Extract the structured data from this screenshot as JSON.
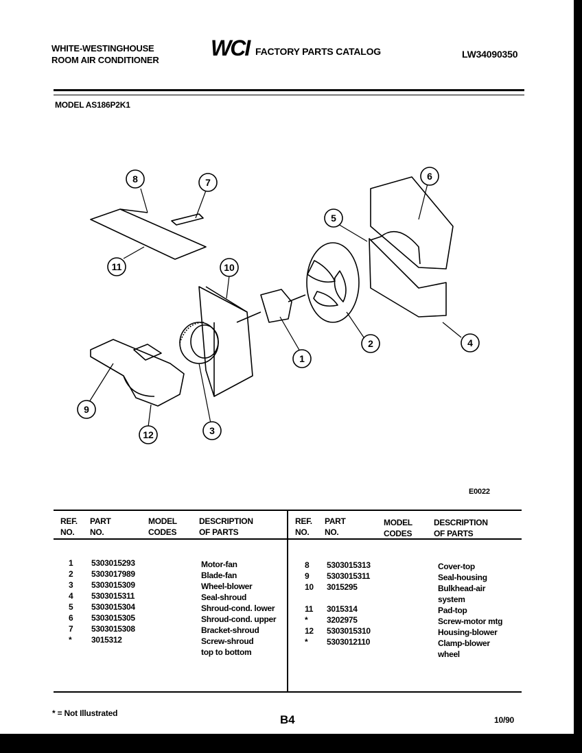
{
  "header": {
    "brand_line1": "WHITE-WESTINGHOUSE",
    "brand_line2": "ROOM AIR CONDITIONER",
    "logo_text": "WCI",
    "catalog_title": "FACTORY PARTS CATALOG",
    "doc_number": "LW34090350",
    "model_label": "MODEL AS186P2K1"
  },
  "diagram": {
    "figure_code": "E0022",
    "callouts": [
      "1",
      "2",
      "3",
      "4",
      "5",
      "6",
      "7",
      "8",
      "9",
      "10",
      "11",
      "12"
    ]
  },
  "table": {
    "headers": {
      "ref": [
        "REF.",
        "NO."
      ],
      "part": [
        "PART",
        "NO."
      ],
      "model": [
        "MODEL",
        "CODES"
      ],
      "desc": [
        "DESCRIPTION",
        "OF PARTS"
      ]
    },
    "left": {
      "refs": [
        "1",
        "2",
        "3",
        "4",
        "5",
        "6",
        "7",
        "*"
      ],
      "parts": [
        "5303015293",
        "5303017989",
        "5303015309",
        "5303015311",
        "5303015304",
        "5303015305",
        "5303015308",
        "3015312"
      ],
      "descs": [
        "Motor-fan",
        "Blade-fan",
        "Wheel-blower",
        "Seal-shroud",
        "Shroud-cond. lower",
        "Shroud-cond. upper",
        "Bracket-shroud",
        "Screw-shroud",
        "top to bottom"
      ]
    },
    "right": {
      "refs": [
        "8",
        "9",
        "10",
        "",
        "11",
        "*",
        "12",
        "*"
      ],
      "parts": [
        "5303015313",
        "5303015311",
        "3015295",
        "",
        "3015314",
        "3202975",
        "5303015310",
        "5303012110"
      ],
      "descs": [
        "Cover-top",
        "Seal-housing",
        "Bulkhead-air",
        "system",
        "Pad-top",
        "Screw-motor mtg",
        "Housing-blower",
        "Clamp-blower",
        "wheel"
      ]
    }
  },
  "footer": {
    "note": "* = Not Illustrated",
    "page": "B4",
    "date": "10/90"
  }
}
